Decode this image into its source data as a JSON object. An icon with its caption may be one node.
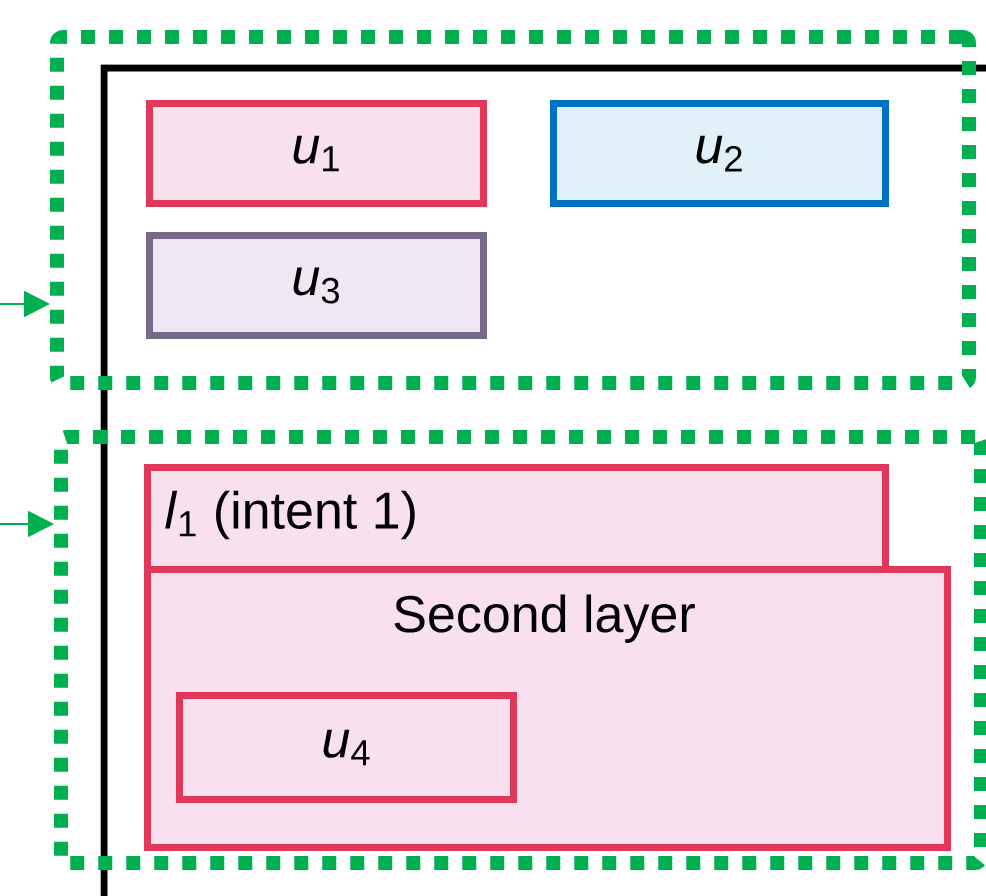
{
  "diagram": {
    "nodes": [
      {
        "text": [],
        "shape": "box"
      },
      {
        "text": [
          "*u*$_{1}$"
        ],
        "in": 0
      },
      {
        "text": [
          "*u*$_{2}$"
        ],
        "in": 0
      },
      {
        "text": [
          "*u*$_{3}$"
        ],
        "in": 0
      },
      {
        "text": [],
        "shape": "box"
      },
      {
        "text": [
          "*l*$_{1}$ (intent 1)"
        ],
        "in": 4
      },
      {
        "text": [
          "Second layer"
        ],
        "in": 4
      },
      {
        "text": [
          "*u*$_{4}$"
        ],
        "in": 6
      }
    ],
    "edges": [
      {
        "from": null,
        "to": 0,
        "arrow": "to"
      },
      {
        "from": null,
        "to": 4,
        "arrow": "to"
      }
    ]
  }
}
